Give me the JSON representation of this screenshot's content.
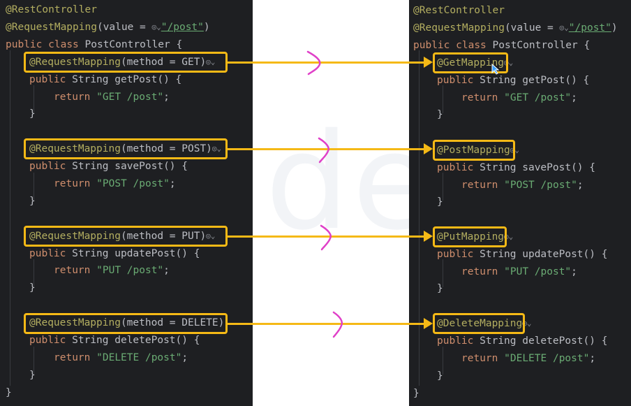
{
  "left": {
    "lines": {
      "rest_controller": "@RestController",
      "request_mapping_prefix": "@RequestMapping",
      "request_mapping_args": "(value = ",
      "request_mapping_url": "\"/post\"",
      "request_mapping_close": ")",
      "class_kw1": "public",
      "class_kw2": "class",
      "class_name": "PostController {",
      "get_annotation": "@RequestMapping",
      "get_args": "(method = GET)",
      "get_kw": "public",
      "get_sig": "String getPost() {",
      "get_return": "return",
      "get_value": "\"GET /post\"",
      "get_semi": ";",
      "get_close": "}",
      "post_annotation": "@RequestMapping",
      "post_args": "(method = POST)",
      "post_kw": "public",
      "post_sig": "String savePost() {",
      "post_return": "return",
      "post_value": "\"POST /post\"",
      "post_semi": ";",
      "post_close": "}",
      "put_annotation": "@RequestMapping",
      "put_args": "(method = PUT)",
      "put_kw": "public",
      "put_sig": "String updatePost() {",
      "put_return": "return",
      "put_value": "\"PUT /post\"",
      "put_semi": ";",
      "put_close": "}",
      "delete_annotation": "@RequestMapping",
      "delete_args": "(method = DELETE)",
      "delete_kw": "public",
      "delete_sig": "String deletePost() {",
      "delete_return": "return",
      "delete_value": "\"DELETE /post\"",
      "delete_semi": ";",
      "delete_close": "}",
      "class_close": "}"
    }
  },
  "right": {
    "lines": {
      "rest_controller": "@RestController",
      "request_mapping_prefix": "@RequestMapping",
      "request_mapping_args": "(value = ",
      "request_mapping_url": "\"/post\"",
      "request_mapping_close": ")",
      "class_kw1": "public",
      "class_kw2": "class",
      "class_name": "PostController {",
      "get_annotation": "@GetMapping",
      "get_kw": "public",
      "get_sig": "String getPost() {",
      "get_return": "return",
      "get_value": "\"GET /post\"",
      "get_semi": ";",
      "get_close": "}",
      "post_annotation": "@PostMapping",
      "post_kw": "public",
      "post_sig": "String savePost() {",
      "post_return": "return",
      "post_value": "\"POST /post\"",
      "post_semi": ";",
      "post_close": "}",
      "put_annotation": "@PutMapping",
      "put_kw": "public",
      "put_sig": "String updatePost() {",
      "put_return": "return",
      "put_value": "\"PUT /post\"",
      "put_semi": ";",
      "put_close": "}",
      "delete_annotation": "@DeleteMapping",
      "delete_kw": "public",
      "delete_sig": "String deletePost() {",
      "delete_return": "return",
      "delete_value": "\"DELETE /post\"",
      "delete_semi": ";",
      "delete_close": "}",
      "class_close": "}"
    }
  },
  "icons": {
    "inlay": "web-globe-icon",
    "inlay_glyph": "◎⌄"
  },
  "colors": {
    "editor_bg": "#1e1f22",
    "highlight": "#f5b916",
    "handwriting": "#e040c8",
    "annotation": "#b3ae60",
    "keyword": "#cf8e6d",
    "string": "#6aab73"
  }
}
